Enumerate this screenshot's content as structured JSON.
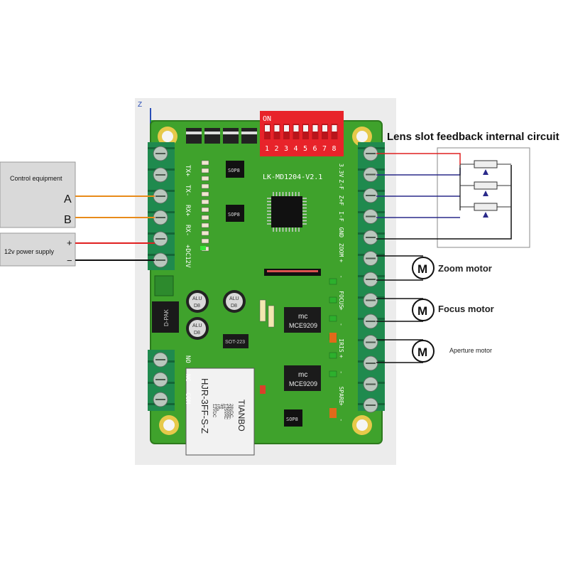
{
  "diagram": {
    "left_box_control": "Control equipment",
    "left_label_a": "A",
    "left_label_b": "B",
    "left_box_power": "12v power supply",
    "power_plus": "+",
    "power_minus": "−",
    "feedback_title": "Lens slot feedback internal circuit",
    "zoom_motor": "Zoom motor",
    "focus_motor": "Focus motor",
    "aperture_motor": "Aperture motor",
    "motor_symbol": "M",
    "axis_label": "Z"
  },
  "board": {
    "model": "LK-MD1204-V2.1",
    "dip_on": "ON",
    "dip_numbers": [
      "1",
      "2",
      "3",
      "4",
      "5",
      "6",
      "7",
      "8"
    ],
    "left_pins": [
      "TX+",
      "TX-",
      "RX+",
      "RX-",
      "+DC12V"
    ],
    "relay_pins": [
      "NO",
      "NC",
      "COM"
    ],
    "right_pins": [
      "3.3V",
      "Z-F",
      "Z+F",
      "I-F",
      "GND",
      "ZOOM",
      "+",
      "-",
      "FOCUS",
      "+",
      "-",
      "IRIS",
      "+",
      "-",
      "SPARE",
      "+",
      "-"
    ],
    "relay_brand": "TIANBO",
    "relay_model": "HJR-3FF-S-Z",
    "relay_spec": [
      "12VDC",
      "10A",
      "7A",
      "5A",
      "125VAC",
      "240VAC",
      "28VDC"
    ],
    "driver_ic": "MCE9209",
    "driver_logo": "mc",
    "cap_label": "ALU",
    "cap_value": "D8",
    "dpak": "D-PAK",
    "sot": "SOT-223",
    "soic": "SOP8"
  },
  "colors": {
    "board": "#3fa22c",
    "terminal": "#1f8a4e",
    "wire_orange": "#e88b1a",
    "wire_red": "#e02020",
    "wire_black": "#111111",
    "wire_blue": "#2a2a8a",
    "dip_red": "#e8232a"
  }
}
